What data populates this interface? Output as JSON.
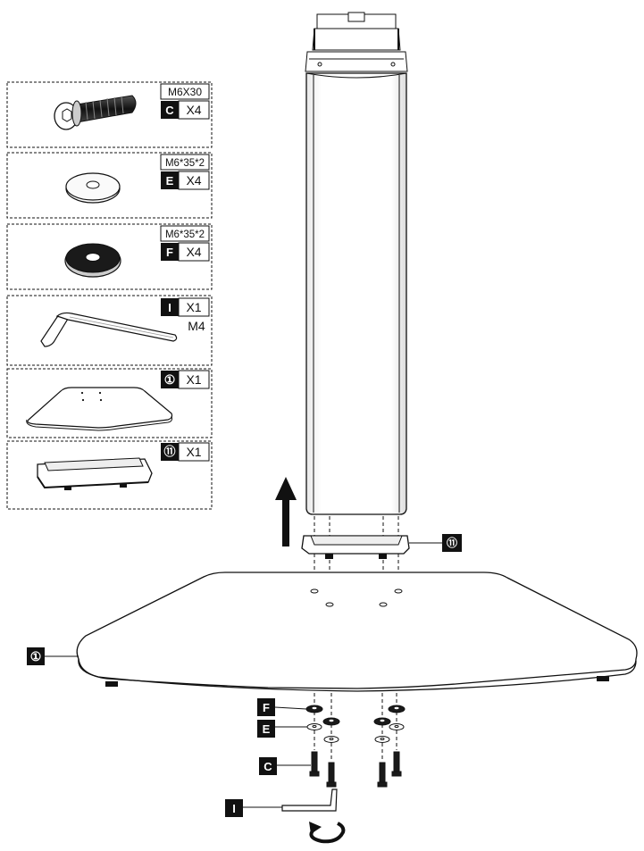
{
  "parts": [
    {
      "spec": "M6X30",
      "letter": "C",
      "qty": "X4"
    },
    {
      "spec": "M6*35*2",
      "letter": "E",
      "qty": "X4"
    },
    {
      "spec": "M6*35*2",
      "letter": "F",
      "qty": "X4"
    },
    {
      "spec": "M4",
      "letter": "I",
      "qty": "X1"
    },
    {
      "spec": "",
      "letter": "①",
      "qty": "X1"
    },
    {
      "spec": "",
      "letter": "⑪",
      "qty": "X1"
    }
  ],
  "callouts": {
    "bracket": "⑪",
    "base": "①",
    "washer_f": "F",
    "washer_e": "E",
    "bolt_c": "C",
    "wrench_i": "I"
  },
  "colors": {
    "line": "#111111",
    "fill": "#ffffff",
    "rubber": "#222222",
    "label_bg": "#111111"
  }
}
